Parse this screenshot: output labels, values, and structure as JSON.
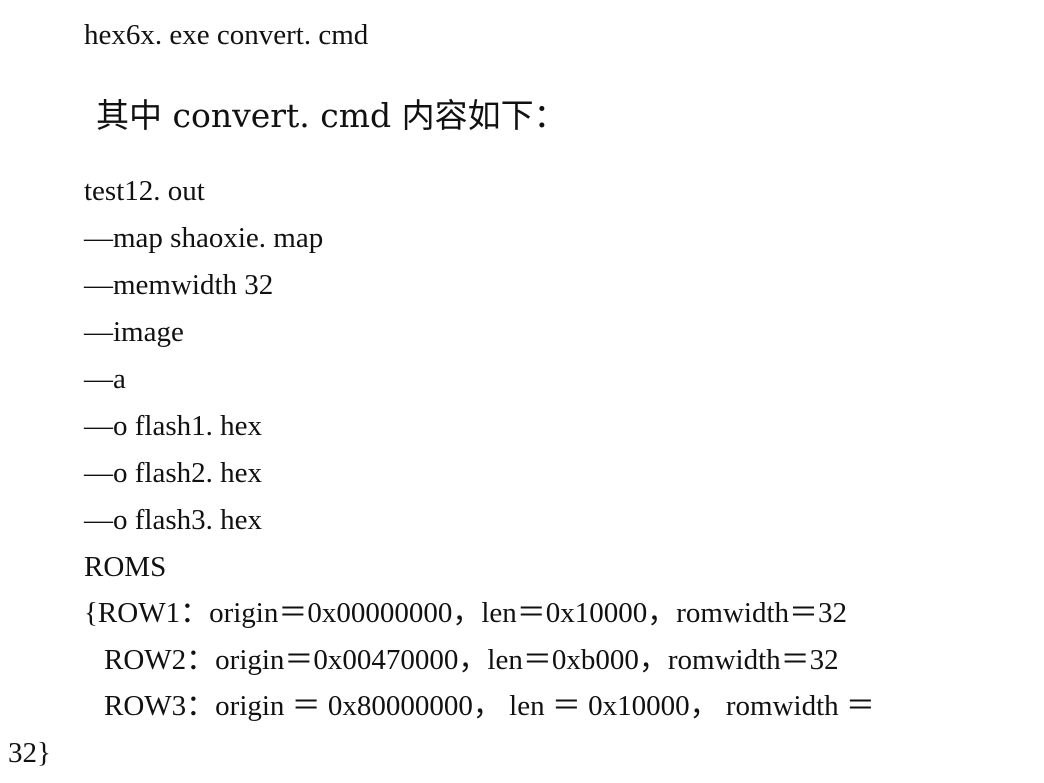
{
  "document": {
    "command": "hex6x. exe convert. cmd",
    "heading": "其中 convert. cmd 内容如下：",
    "cmd_file_lines": [
      "test12. out",
      "—map shaoxie. map",
      "—memwidth 32",
      "—image",
      "—a",
      "—o flash1. hex",
      "—o flash2. hex",
      "—o flash3. hex",
      "ROMS"
    ],
    "roms_block": {
      "row1": "{ROW1：origin＝0x00000000，len＝0x10000，romwidth＝32",
      "row2": "ROW2：origin＝0x00470000，len＝0xb000，romwidth＝32",
      "row3": "ROW3：origin ＝ 0x80000000， len ＝ 0x10000， romwidth ＝",
      "row3_wrap": "32}"
    }
  }
}
